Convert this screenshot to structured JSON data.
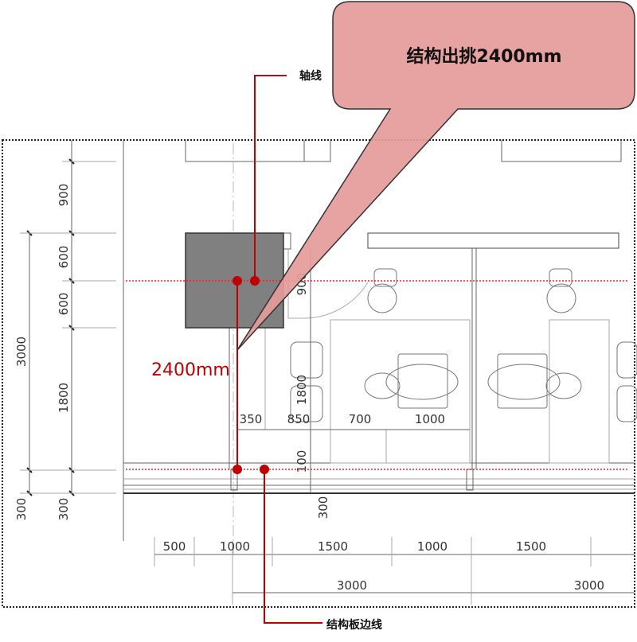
{
  "callout": {
    "title": "结构出挑2400mm",
    "fill": "#e59a9a"
  },
  "labels": {
    "axis": "轴线",
    "slab_edge": "结构板边线",
    "overhang": "2400mm"
  },
  "colors": {
    "accent": "#c00000",
    "block": "#808080"
  },
  "dims": {
    "left_inner": [
      "900",
      "600",
      "600",
      "1800",
      "300"
    ],
    "left_outer": [
      "3000",
      "300"
    ],
    "inner_h": [
      "350",
      "850",
      "700",
      "1000"
    ],
    "inner_v": [
      "900",
      "1800",
      "100",
      "300"
    ],
    "bottom_row1": [
      "500",
      "1000",
      "1500",
      "1000",
      "1500"
    ],
    "bottom_row2": [
      "3000",
      "3000"
    ]
  }
}
